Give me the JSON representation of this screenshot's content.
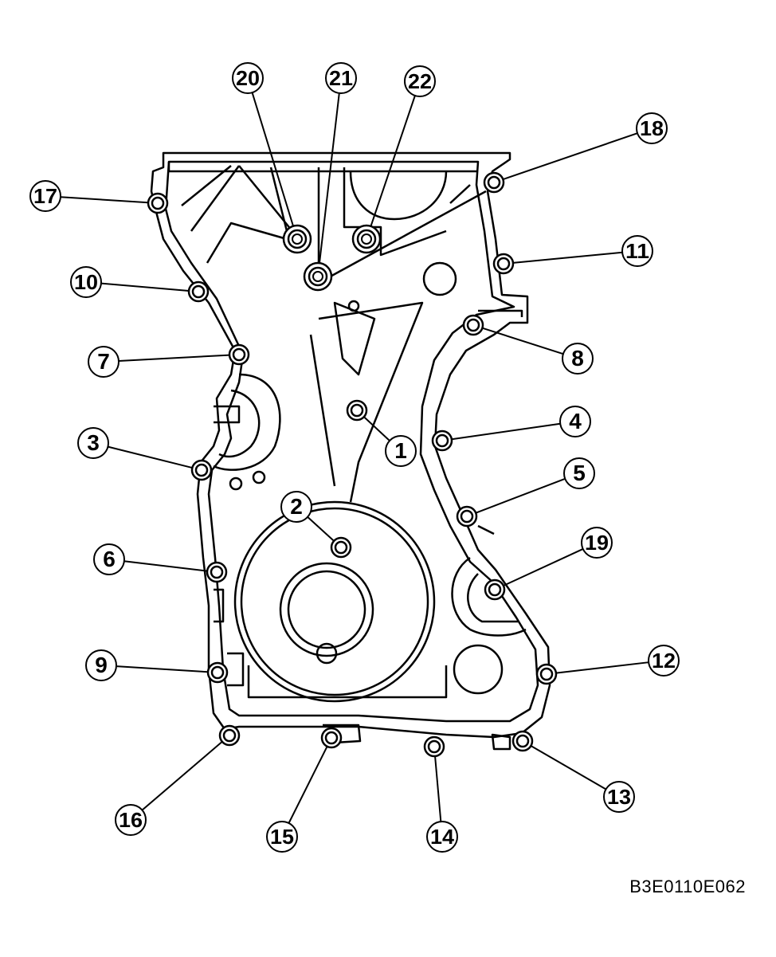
{
  "figure": {
    "reference_code": "B3E0110E062"
  },
  "bolts": [
    {
      "label": "1"
    },
    {
      "label": "2"
    },
    {
      "label": "3"
    },
    {
      "label": "4"
    },
    {
      "label": "5"
    },
    {
      "label": "6"
    },
    {
      "label": "7"
    },
    {
      "label": "8"
    },
    {
      "label": "9"
    },
    {
      "label": "10"
    },
    {
      "label": "11"
    },
    {
      "label": "12"
    },
    {
      "label": "13"
    },
    {
      "label": "14"
    },
    {
      "label": "15"
    },
    {
      "label": "16"
    },
    {
      "label": "17"
    },
    {
      "label": "18"
    },
    {
      "label": "19"
    },
    {
      "label": "20"
    },
    {
      "label": "21"
    },
    {
      "label": "22"
    }
  ],
  "colors": {
    "line": "#000000",
    "background": "#ffffff"
  }
}
